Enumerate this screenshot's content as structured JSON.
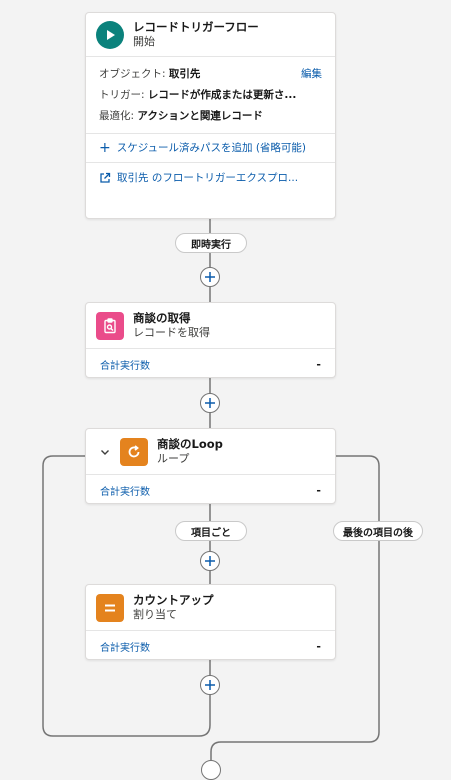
{
  "start": {
    "title": "レコードトリガーフロー",
    "subtitle": "開始",
    "object_label": "オブジェクト: ",
    "object_value": "取引先",
    "edit_label": "編集",
    "trigger_label": "トリガー: ",
    "trigger_value": "レコードが作成または更新さ...",
    "optimize_label": "最適化: ",
    "optimize_value": "アクションと関連レコード",
    "add_scheduled_path": "スケジュール済みパスを追加 (省略可能)",
    "explorer_link": "取引先 のフロートリガーエクスプロ..."
  },
  "connectors": {
    "immediate": "即時実行",
    "for_each": "項目ごと",
    "after_last": "最後の項目の後"
  },
  "get_records": {
    "title": "商談の取得",
    "subtitle": "レコードを取得",
    "count_label": "合計実行数",
    "count_value": "-"
  },
  "loop": {
    "title": "商談のLoop",
    "subtitle": "ループ",
    "count_label": "合計実行数",
    "count_value": "-"
  },
  "assignment": {
    "title": "カウントアップ",
    "subtitle": "割り当て",
    "count_label": "合計実行数",
    "count_value": "-"
  },
  "colors": {
    "start_icon": "#0b827c",
    "get_records_icon": "#ea4c8a",
    "loop_icon": "#e4831e",
    "assignment_icon": "#e4831e",
    "link": "#0b5cab",
    "connector": "#747474"
  },
  "icons": [
    "play-icon",
    "get-records-icon",
    "loop-icon",
    "assignment-icon",
    "plus-icon",
    "chevron-down-icon",
    "external-link-icon"
  ]
}
